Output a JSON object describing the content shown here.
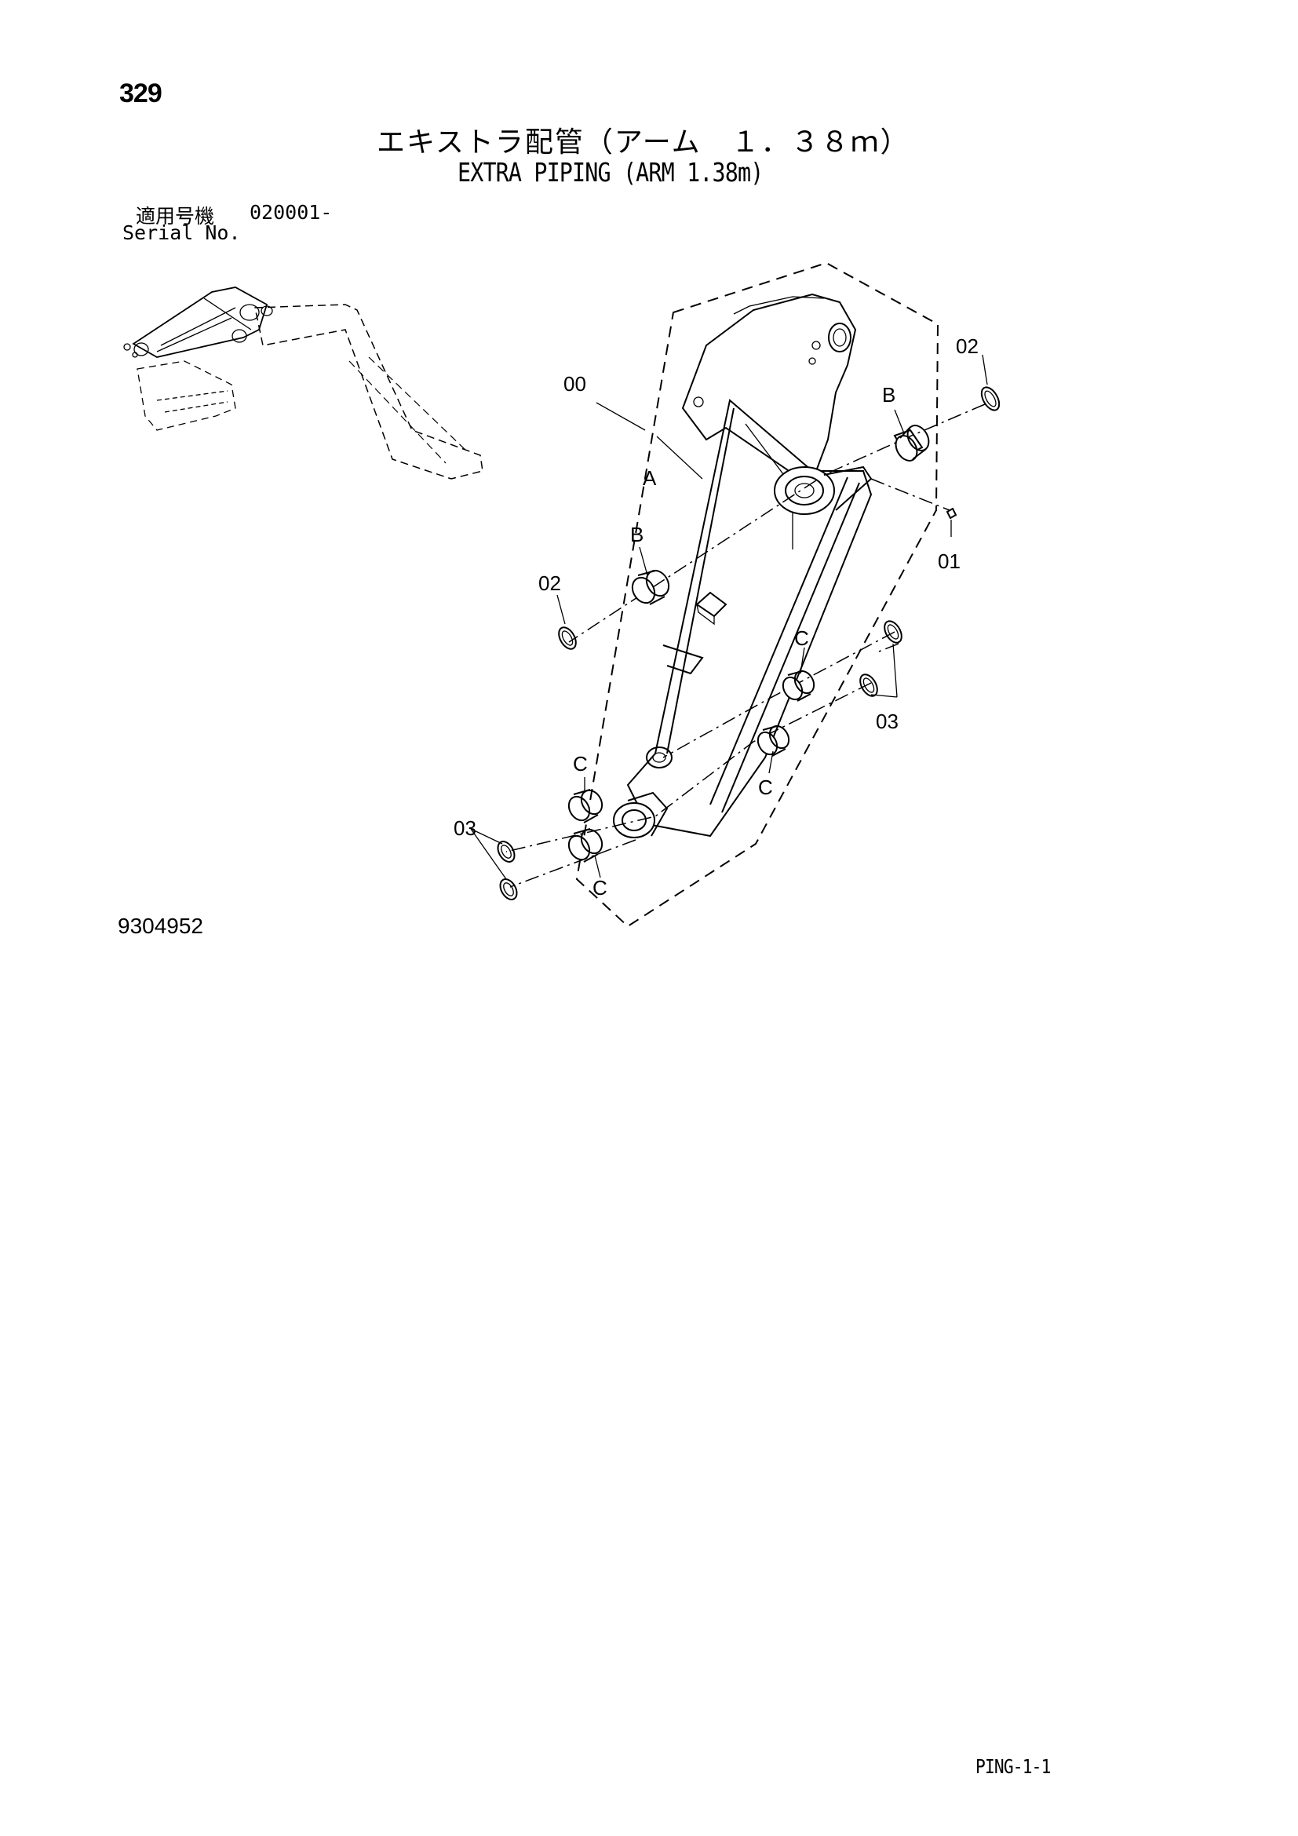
{
  "page": {
    "number": "329",
    "code": "PING-1-1",
    "figure_number": "9304952"
  },
  "title": {
    "japanese": "エキストラ配管（アーム　１．３８ｍ）",
    "english": "EXTRA PIPING (ARM 1.38m)"
  },
  "serial": {
    "label_jp": "適用号機",
    "value": "020001-",
    "label_en": "Serial No."
  },
  "callouts": {
    "assembly": "00",
    "part_01": "01",
    "part_02_right": "02",
    "part_02_left": "02",
    "part_03_right": "03",
    "part_03_left": "03",
    "ref_a": "A",
    "ref_b_right": "B",
    "ref_b_left": "B",
    "ref_c_1": "C",
    "ref_c_2": "C",
    "ref_c_3": "C",
    "ref_c_4": "C"
  }
}
